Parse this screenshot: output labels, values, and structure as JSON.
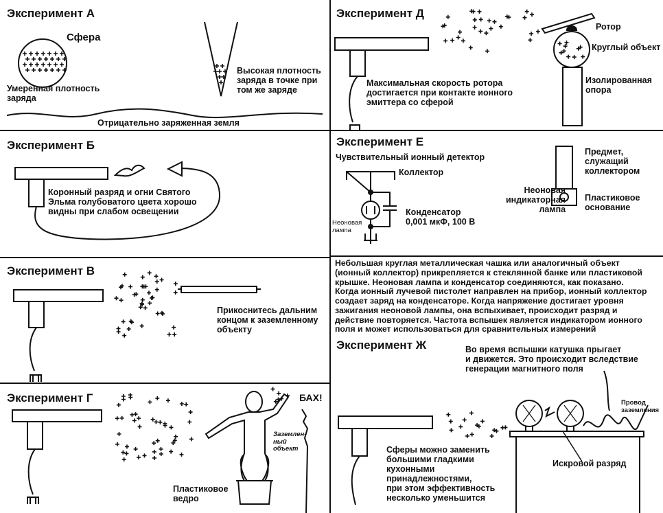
{
  "panels": {
    "a": {
      "title": "Эксперимент А",
      "sphere": "Сфера",
      "moderate": "Умеренная плотность\nзаряда",
      "high": "Высокая плотность\nзаряда в точке при\nтом же заряде",
      "ground": "Отрицательно заряженная земля"
    },
    "b": {
      "title": "Эксперимент Б",
      "corona": "Коронный разряд и огни Святого\nЭльма голубоватого цвета хорошо\nвидны при слабом освещении"
    },
    "v": {
      "title": "Эксперимент В",
      "touch": "Прикоснитесь дальним\nконцом к заземленному\nобъекту"
    },
    "g": {
      "title": "Эксперимент Г",
      "bang": "БАХ!",
      "grounded": "Заземлен-\nный\nобъект",
      "bucket": "Пластиковое\nведро"
    },
    "d": {
      "title": "Эксперимент Д",
      "rotor": "Ротор",
      "round": "Круглый объект",
      "max_speed": "Максимальная скорость ротора\nдостигается при контакте ионного\nэмиттера со сферой",
      "support": "Изолированная\nопора"
    },
    "e": {
      "title": "Эксперимент Е",
      "detector": "Чувствительный ионный детектор",
      "collector": "Коллектор",
      "capacitor": "Конденсатор\n0,001 мкФ, 100 В",
      "neon_small": "Неоновая\nлампа",
      "object": "Предмет,\nслужащий\nколлектором",
      "neon_indicator": "Неоновая\nиндикаторная\nлампа",
      "plastic_base": "Пластиковое\nоснование",
      "description": "Небольшая круглая металлическая чашка или аналогичный объект\n(ионный коллектор) прикрепляется к стеклянной банке или пластиковой\nкрышке. Неоновая лампа и конденсатор соединяются, как показано.\nКогда ионный лучевой пистолет направлен на прибор, ионный коллектор\nсоздает заряд на конденсаторе. Когда напряжение достигает уровня\nзажигания неоновой лампы, она вспыхивает, происходит разряд и\nдействие повторяется. Частота вспышек является индикатором ионного\nполя и может использоваться для сравнительных измерений"
    },
    "zh": {
      "title": "Эксперимент Ж",
      "coil": "Во время вспышки катушка прыгает\nи движется. Это происходит вследствие\nгенерации магнитного поля",
      "ground_wire": "Провод\nзаземления",
      "spheres": "Сферы можно заменить\nбольшими гладкими\nкухонными\nпринадлежностями,\nпри этом эффективность\nнесколько уменьшится",
      "spark": "Искровой разряд"
    }
  }
}
